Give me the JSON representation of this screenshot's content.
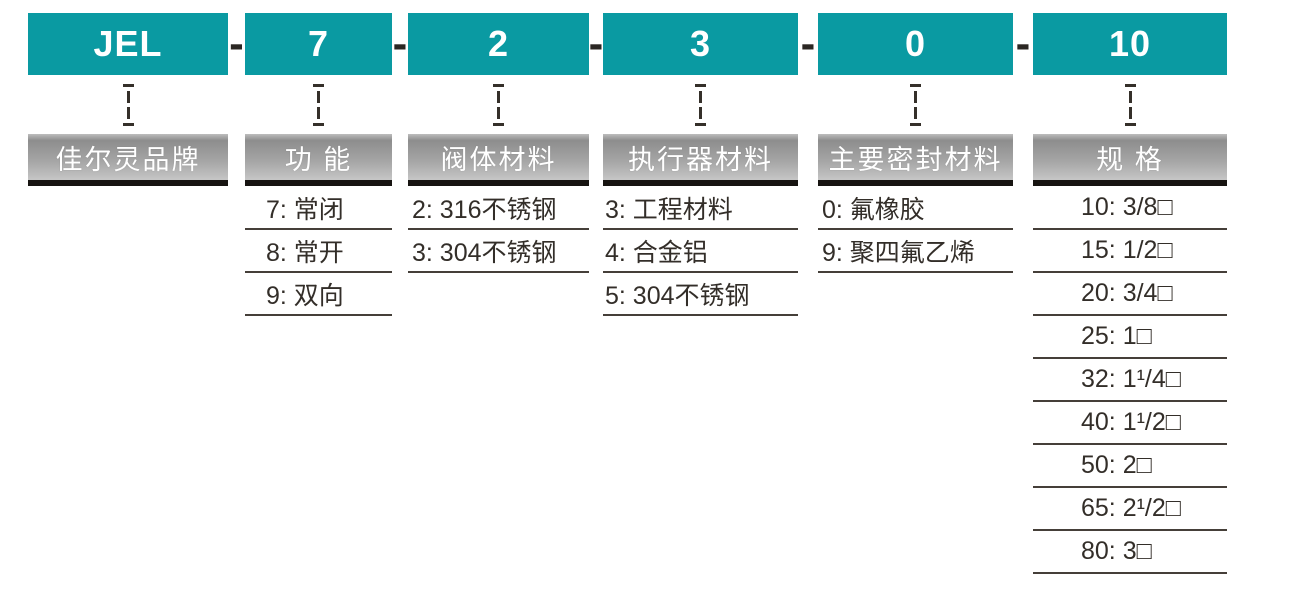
{
  "accent_color": "#0a9aa2",
  "separator": "-",
  "columns": [
    {
      "code": "JEL",
      "label": "佳尔灵品牌",
      "options": []
    },
    {
      "code": "7",
      "label": "功 能",
      "options": [
        "7: 常闭",
        "8: 常开",
        "9: 双向"
      ]
    },
    {
      "code": "2",
      "label": "阀体材料",
      "options": [
        "2: 316不锈钢",
        "3: 304不锈钢"
      ]
    },
    {
      "code": "3",
      "label": "执行器材料",
      "options": [
        "3: 工程材料",
        "4: 合金铝",
        "5: 304不锈钢"
      ]
    },
    {
      "code": "0",
      "label": "主要密封材料",
      "options": [
        "0: 氟橡胶",
        "9: 聚四氟乙烯"
      ]
    },
    {
      "code": "10",
      "label": "规 格",
      "options": [
        "10: 3/8□",
        "15: 1/2□",
        "20: 3/4□",
        "25: 1□",
        "32: 1¹/4□",
        "40: 1¹/2□",
        "50: 2□",
        "65: 2¹/2□",
        "80: 3□"
      ]
    }
  ]
}
